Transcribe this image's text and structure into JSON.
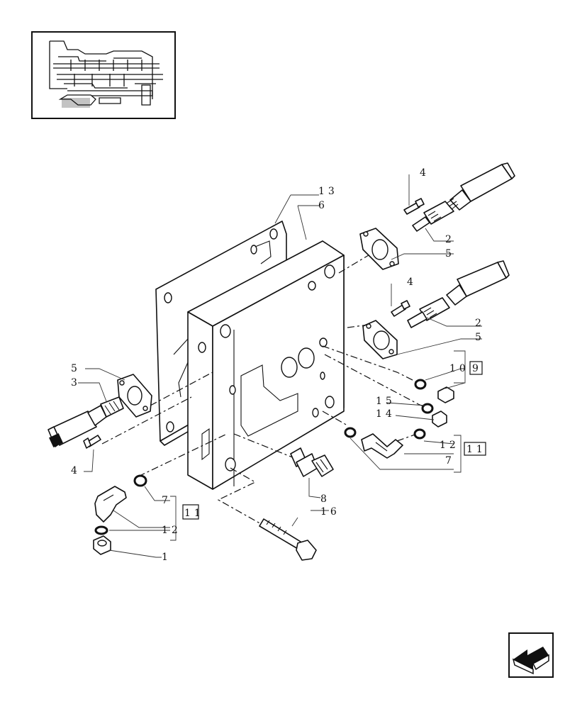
{
  "diagram": {
    "callouts": {
      "c13": "13",
      "c6": "6",
      "c4_top": "4",
      "c2_top": "2",
      "c5_top": "5",
      "c4_mid": "4",
      "c2_mid": "2",
      "c5_mid": "5",
      "c10": "10",
      "c9": "9",
      "c15": "15",
      "c14": "14",
      "c12_right": "12",
      "c11_right": "11",
      "c7_right": "7",
      "c5_left": "5",
      "c3_left": "3",
      "c4_left": "4",
      "c8": "8",
      "c16": "16",
      "c7_left": "7",
      "c11_left": "11",
      "c12_left": "12",
      "c1": "1"
    }
  }
}
